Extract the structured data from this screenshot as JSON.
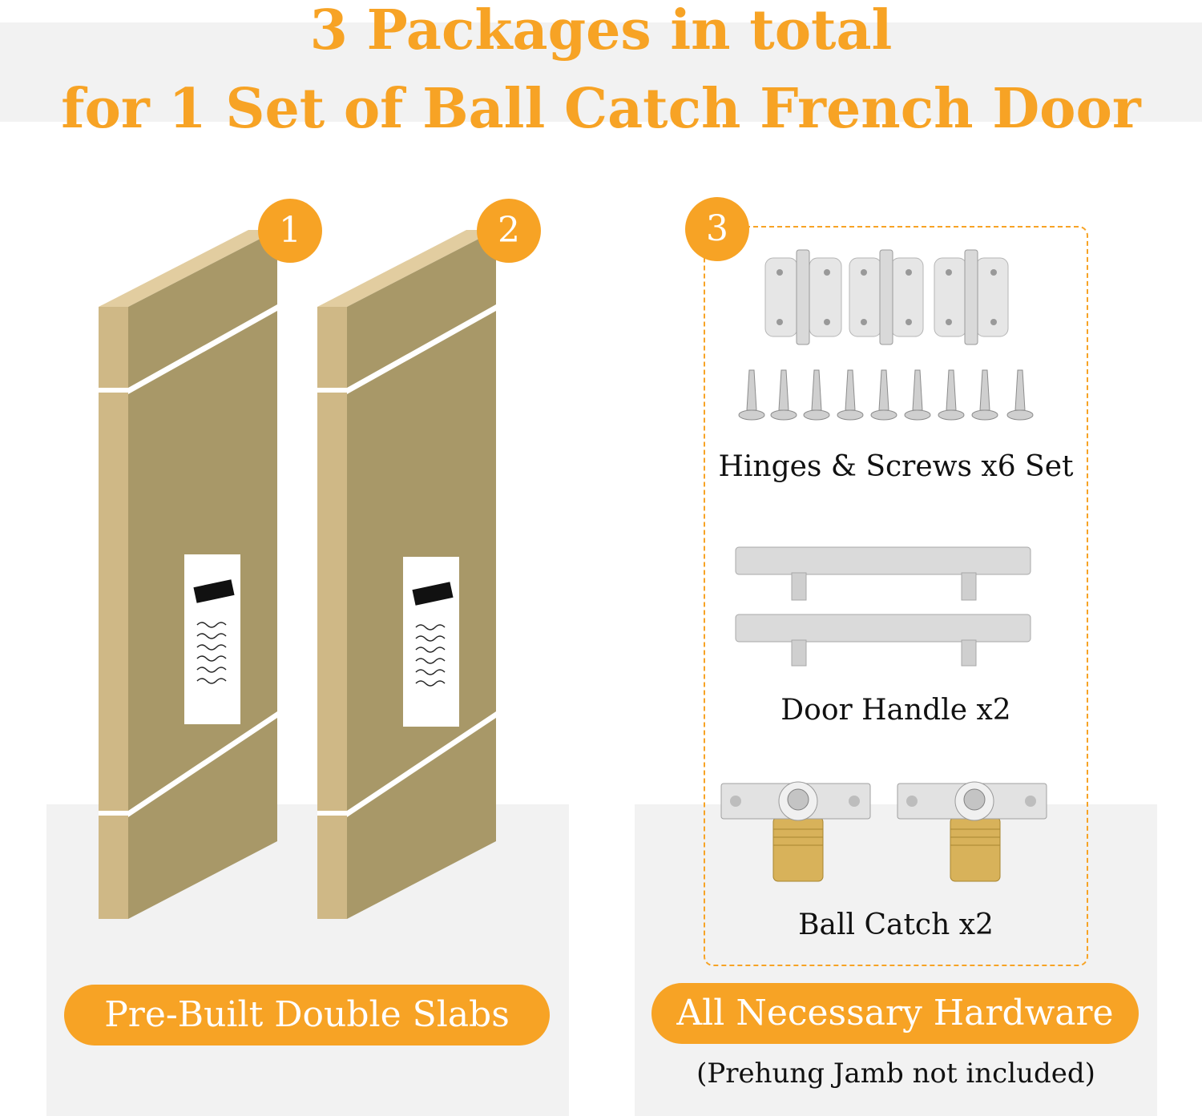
{
  "header": {
    "line1": "3 Packages in total",
    "line2": "for 1 Set of Ball Catch French Door"
  },
  "packages": [
    {
      "number": "1"
    },
    {
      "number": "2"
    },
    {
      "number": "3"
    }
  ],
  "hardware": {
    "hinges_caption": "Hinges & Screws x6 Set",
    "handle_caption": "Door Handle x2",
    "ball_catch_caption": "Ball Catch x2"
  },
  "labels": {
    "slabs_pill": "Pre-Built Double Slabs",
    "hardware_pill": "All Necessary Hardware",
    "note": "(Prehung Jamb not included)"
  },
  "colors": {
    "accent": "#f7a325",
    "box_front": "#a89868",
    "box_side": "#cfb886",
    "box_top": "#e2cda0"
  }
}
